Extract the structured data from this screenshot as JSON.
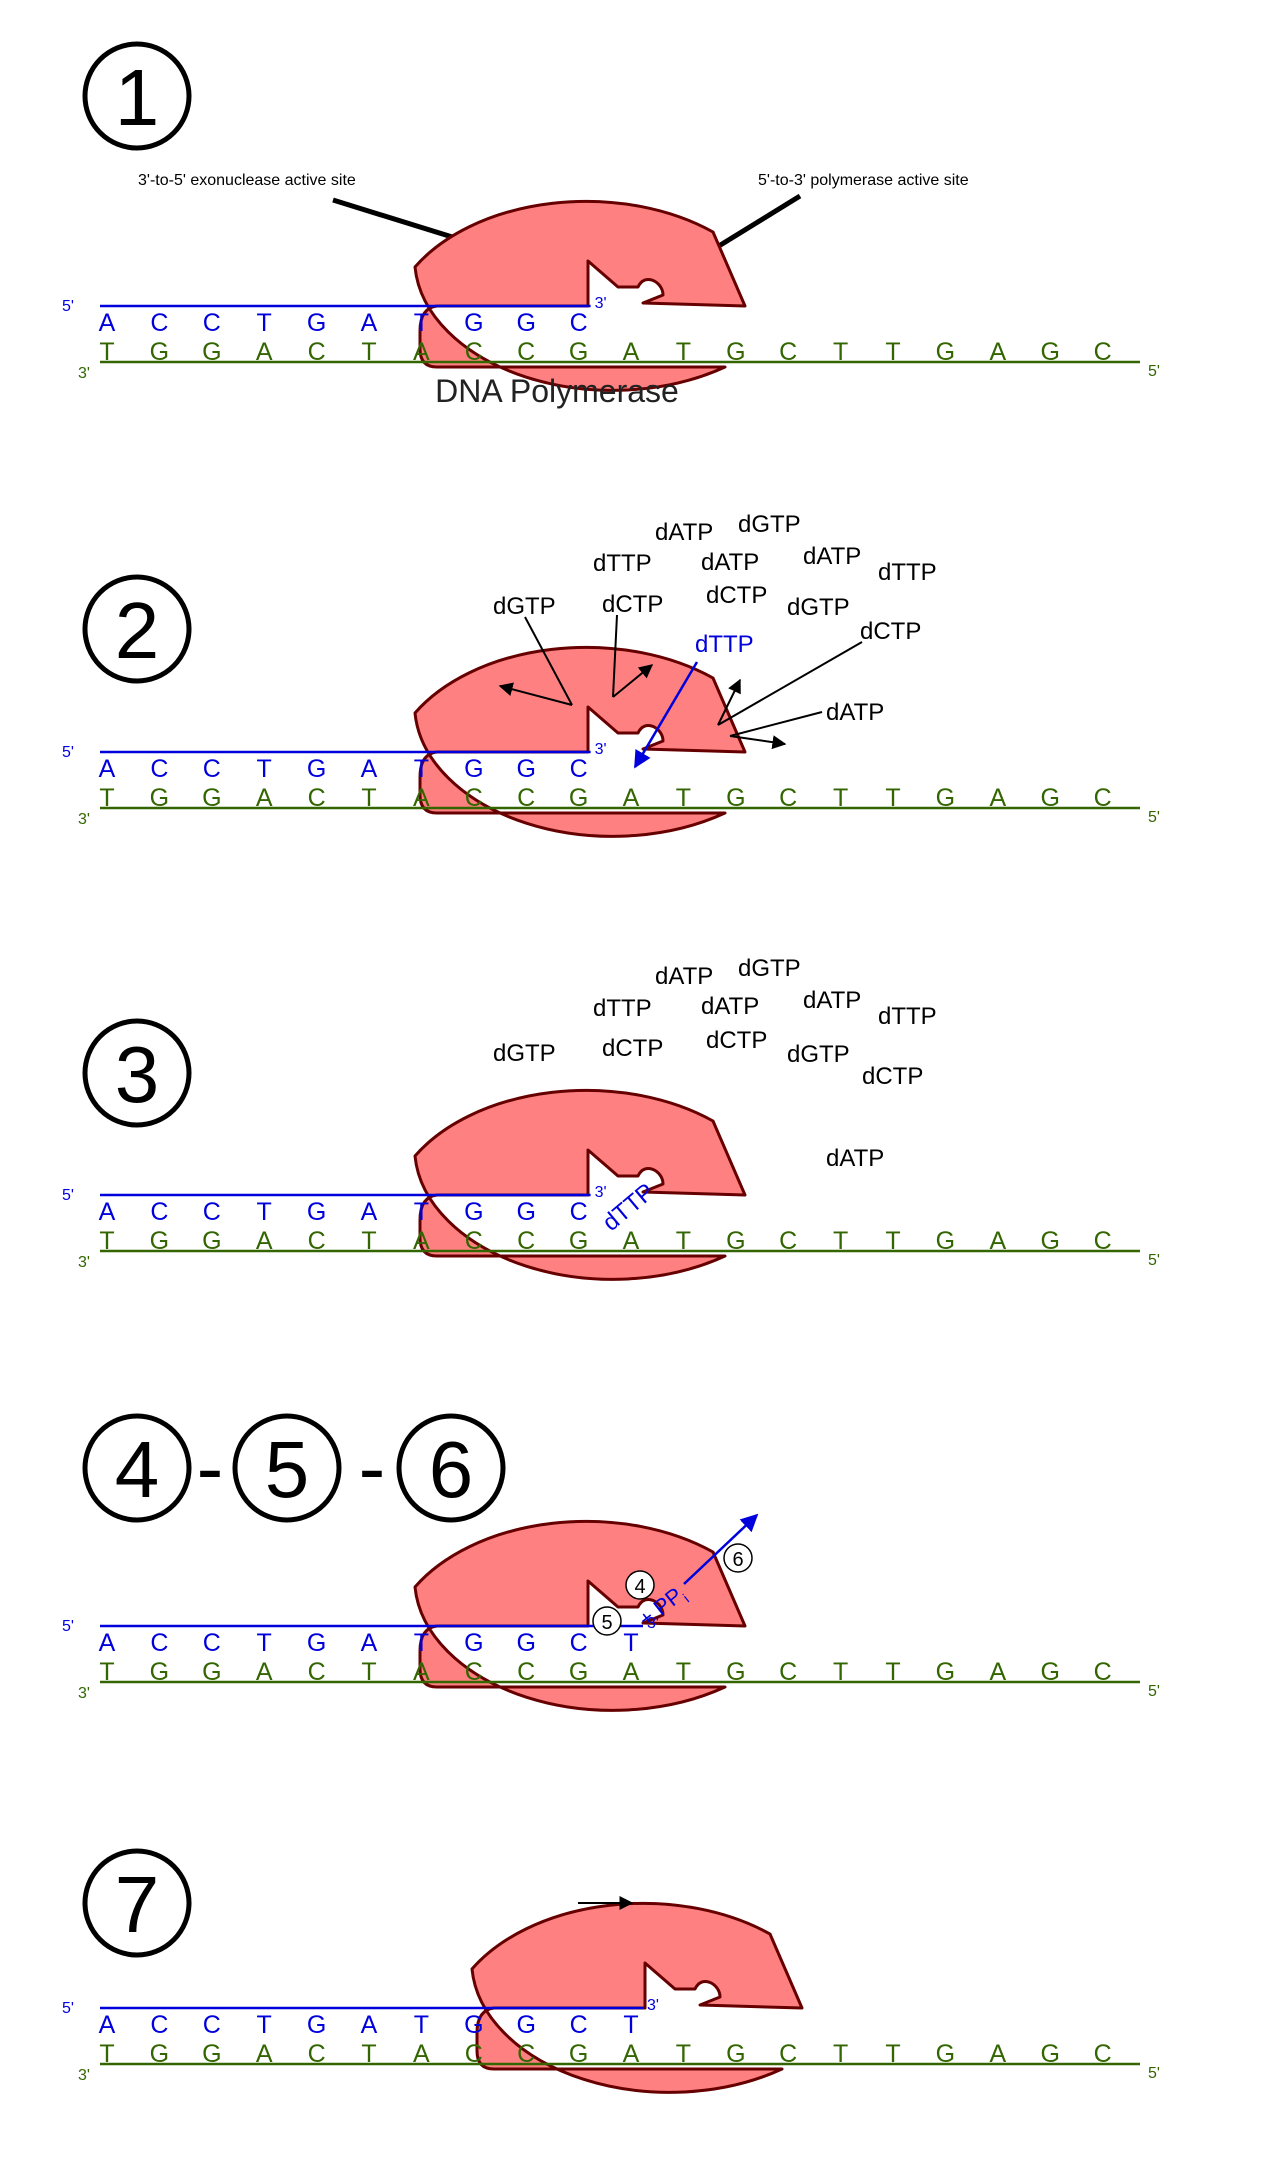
{
  "colors": {
    "new_strand": "#0000dd",
    "template_strand": "#336600",
    "polymerase_fill": "#ff8080",
    "polymerase_stroke": "#660000",
    "arrow": "#000000"
  },
  "template_strand": [
    "T",
    "G",
    "G",
    "A",
    "C",
    "T",
    "A",
    "C",
    "C",
    "G",
    "A",
    "T",
    "G",
    "C",
    "T",
    "T",
    "G",
    "A",
    "G",
    "C"
  ],
  "new_strand_initial": [
    "A",
    "C",
    "C",
    "T",
    "G",
    "A",
    "T",
    "G",
    "G",
    "C"
  ],
  "new_strand_extended": [
    "A",
    "C",
    "C",
    "T",
    "G",
    "A",
    "T",
    "G",
    "G",
    "C",
    "T"
  ],
  "end_labels": {
    "five": "5'",
    "three": "3'"
  },
  "polymerase_label": "DNA Polymerase",
  "site_labels": {
    "exonuclease": "3'-to-5' exonuclease active site",
    "polymerase": "5'-to-3' polymerase active site"
  },
  "steps": [
    {
      "id": "1",
      "label": "1"
    },
    {
      "id": "2",
      "label": "2"
    },
    {
      "id": "3",
      "label": "3"
    },
    {
      "id": "456",
      "labels": [
        "4",
        "5",
        "6"
      ],
      "dash": "-"
    },
    {
      "id": "7",
      "label": "7"
    }
  ],
  "step2_nucleotides": [
    "dATP",
    "dGTP",
    "dTTP",
    "dATP",
    "dATP",
    "dTTP",
    "dGTP",
    "dCTP",
    "dCTP",
    "dGTP",
    "dCTP",
    "dATP"
  ],
  "step2_incoming": "dTTP",
  "step3_nucleotides": [
    "dATP",
    "dGTP",
    "dTTP",
    "dATP",
    "dATP",
    "dTTP",
    "dGTP",
    "dCTP",
    "dCTP",
    "dGTP",
    "dCTP",
    "dATP"
  ],
  "step3_bound": "dTTP",
  "step4_circles": [
    "4",
    "5",
    "6"
  ],
  "step4_ppi": "+ PP",
  "step4_ppi_sub": "i"
}
